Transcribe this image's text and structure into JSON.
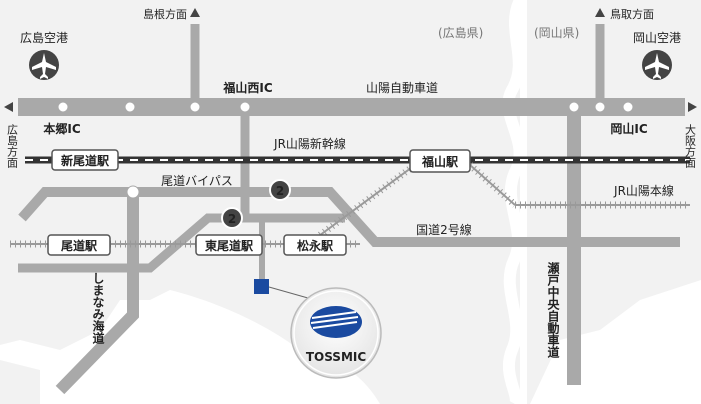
{
  "prefectures": {
    "hiroshima": "(広島県)",
    "okayama": "(岡山県)"
  },
  "directions": {
    "shimane": "島根方面",
    "tottori": "鳥取方面",
    "hiroshima_dir": "広島方面",
    "osaka_dir": "大阪方面"
  },
  "airports": {
    "hiroshima": "広島空港",
    "okayama": "岡山空港"
  },
  "interchanges": {
    "fukuyama_nishi": "福山西IC",
    "hongo": "本郷IC",
    "okayama": "岡山IC"
  },
  "roads": {
    "sanyo_expressway": "山陽自動車道",
    "shinkansen": "JR山陽新幹線",
    "sanyo_main_line": "JR山陽本線",
    "bypass": "尾道バイパス",
    "route2": "国道2号線",
    "route_number": "2",
    "shimanami": "しまなみ海道",
    "seto_chuo": "瀬戸中央自動車道"
  },
  "stations": {
    "shin_onomichi": "新尾道駅",
    "fukuyama": "福山駅",
    "onomichi": "尾道駅",
    "higashi_onomichi": "東尾道駅",
    "matsunaga": "松永駅"
  },
  "company": {
    "logo_text": "TOSSMIC"
  },
  "colors": {
    "land": "#f2f2f2",
    "road": "#a9a9a9",
    "company": "#1a4aa0",
    "rail": "#333333"
  }
}
